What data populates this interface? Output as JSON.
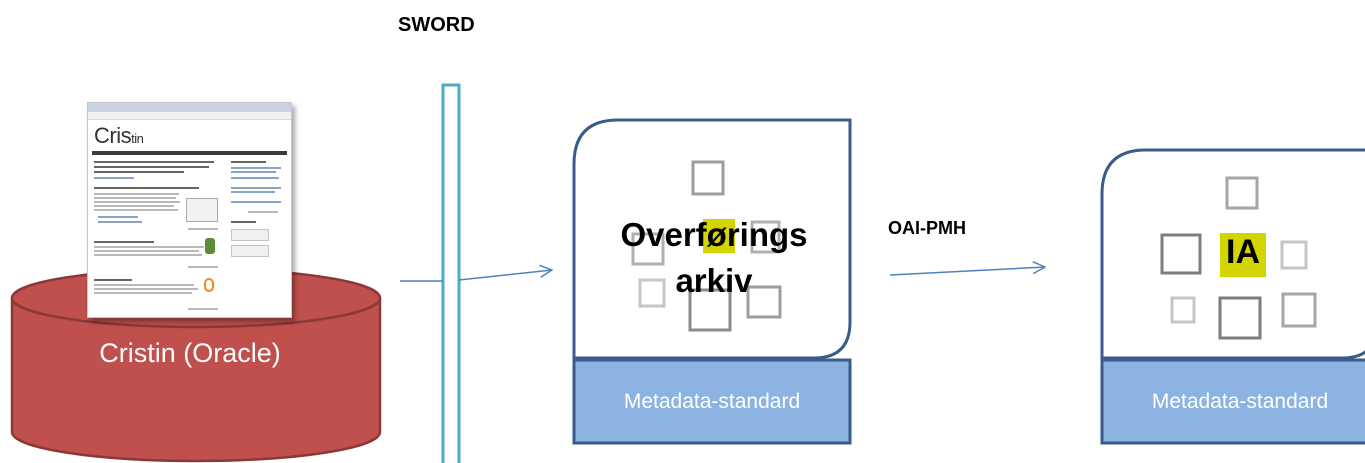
{
  "labels": {
    "sword": "SWORD",
    "oai_pmh": "OAI-PMH",
    "cristin": "Cristin (Oracle)",
    "overforings_line1": "Overførings",
    "overforings_line2": "arkiv",
    "ia": "IA",
    "metadata_left": "Metadata-standard",
    "metadata_right": "Metadata-standard"
  },
  "screenshot": {
    "logo": "Cris",
    "logo_suffix": "tin"
  },
  "colors": {
    "database_fill": "#c0504d",
    "database_stroke": "#8c3836",
    "bar_stroke": "#4bacc6",
    "box_stroke": "#385d8a",
    "metadata_fill": "#8db3e2",
    "highlight": "#d4d400",
    "arrow": "#4f81bd"
  }
}
